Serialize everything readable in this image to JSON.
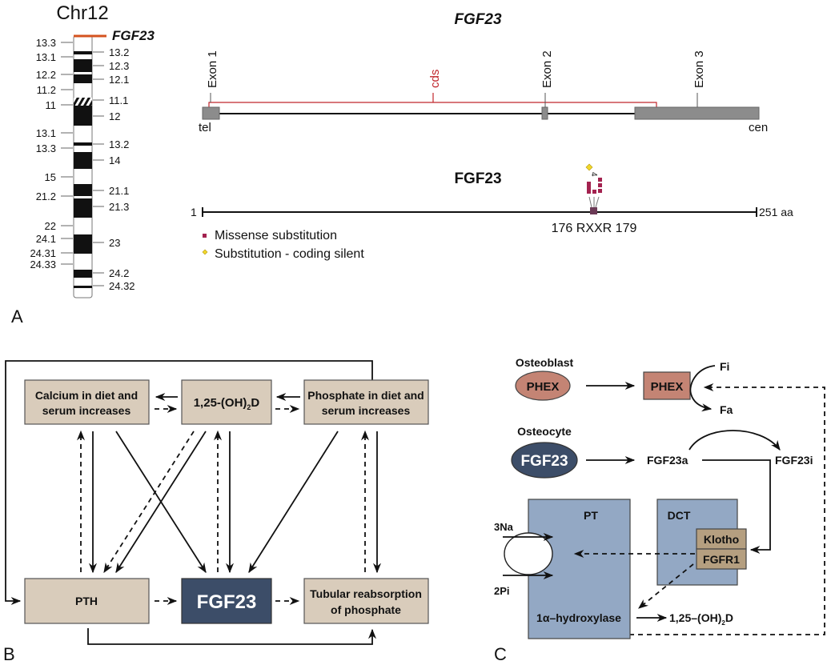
{
  "panelA": {
    "panel_label": "A",
    "chromosome": {
      "title": "Chr12",
      "gene_marker": "FGF23",
      "left_bands": [
        "13.3",
        "13.1",
        "12.2",
        "11.2",
        "11",
        "13.1",
        "13.3",
        "15",
        "21.2",
        "22",
        "24.1",
        "24.31",
        "24.33"
      ],
      "right_bands": [
        "13.2",
        "12.3",
        "12.1",
        "11.1",
        "12",
        "13.2",
        "14",
        "21.1",
        "21.3",
        "23",
        "24.2",
        "24.32"
      ]
    },
    "gene": {
      "title": "FGF23",
      "exons": [
        "Exon 1",
        "Exon 2",
        "Exon 3"
      ],
      "cds_label": "cds",
      "left_end": "tel",
      "right_end": "cen"
    },
    "protein": {
      "title": "FGF23",
      "start": "1",
      "end": "251 aa",
      "site_label": "176 RXXR 179",
      "silent_count": "4",
      "legend": [
        {
          "label": "Missense substitution",
          "color": "#a3224f",
          "shape": "square"
        },
        {
          "label": "Substitution - coding silent",
          "color": "#f2d72a",
          "shape": "diamond"
        }
      ]
    }
  },
  "panelB": {
    "panel_label": "B",
    "nodes": {
      "calcium": [
        "Calcium in diet and",
        "serum increases"
      ],
      "vitd": "1,25-(OH)",
      "vitd_sub": "2",
      "vitd_tail": "D",
      "phosphate": [
        "Phosphate in diet and",
        "serum increases"
      ],
      "pth": "PTH",
      "fgf23": "FGF23",
      "tubular": [
        "Tubular reabsorption",
        "of phosphate"
      ]
    }
  },
  "panelC": {
    "panel_label": "C",
    "osteoblast_label": "Osteoblast",
    "phex_cell": "PHEX",
    "phex_box": "PHEX",
    "fi": "Fi",
    "fa": "Fa",
    "osteocyte_label": "Osteocyte",
    "fgf23_cell": "FGF23",
    "fgf23a": "FGF23a",
    "fgf23i": "FGF23i",
    "pt": "PT",
    "dct": "DCT",
    "klotho": "Klotho",
    "fgfr1": "FGFR1",
    "na": "3Na",
    "pi": "2Pi",
    "hydroxylase": "1α–hydroxylase",
    "vitd": "1,25–(OH)",
    "vitd_sub": "2",
    "vitd_tail": "D"
  },
  "colors": {
    "gene_marker": "#d4531f",
    "cds": "#c0262c",
    "exon": "#8c8c8c",
    "box": "#d9ccbb",
    "fgf23_dark": "#3c4d68",
    "kidney": "#93a8c4",
    "phex": "#c48474",
    "receptor": "#b59f80"
  }
}
